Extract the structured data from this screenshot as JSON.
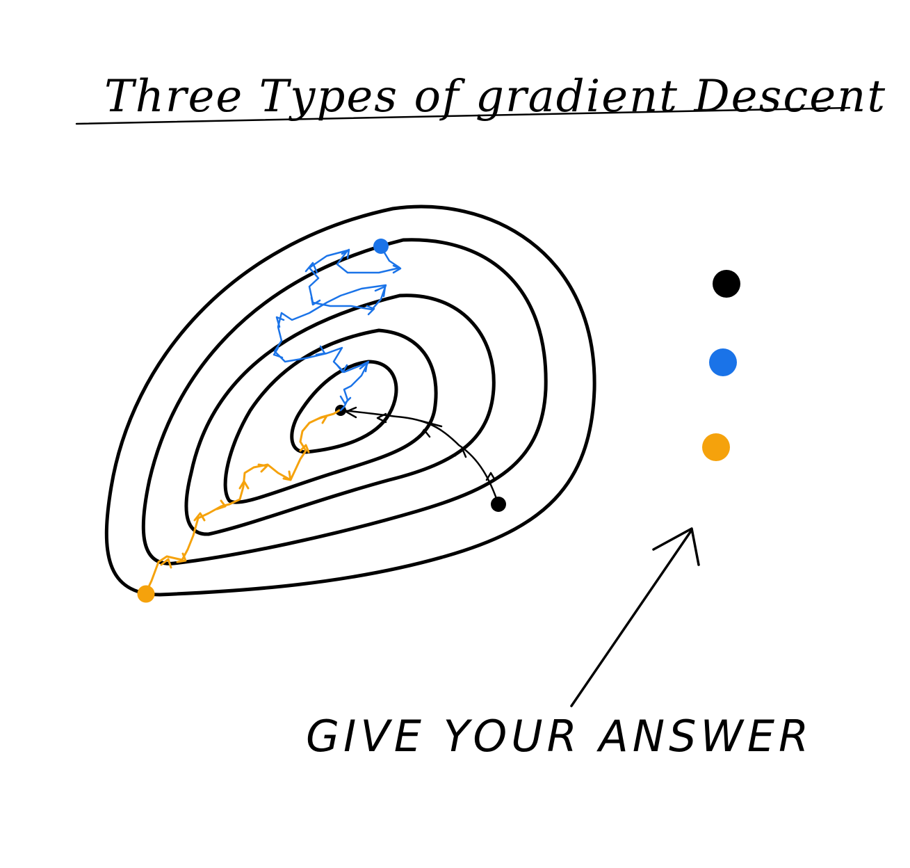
{
  "title": "Three Types of gradient Descent",
  "prompt": "GIVE YOUR ANSWER",
  "colors": {
    "black": "#000000",
    "blue": "#1a73e8",
    "orange": "#f5a20c"
  },
  "legend": [
    {
      "color_name": "black",
      "color": "#000000"
    },
    {
      "color_name": "blue",
      "color": "#1a73e8"
    },
    {
      "color_name": "orange",
      "color": "#f5a20c"
    }
  ]
}
